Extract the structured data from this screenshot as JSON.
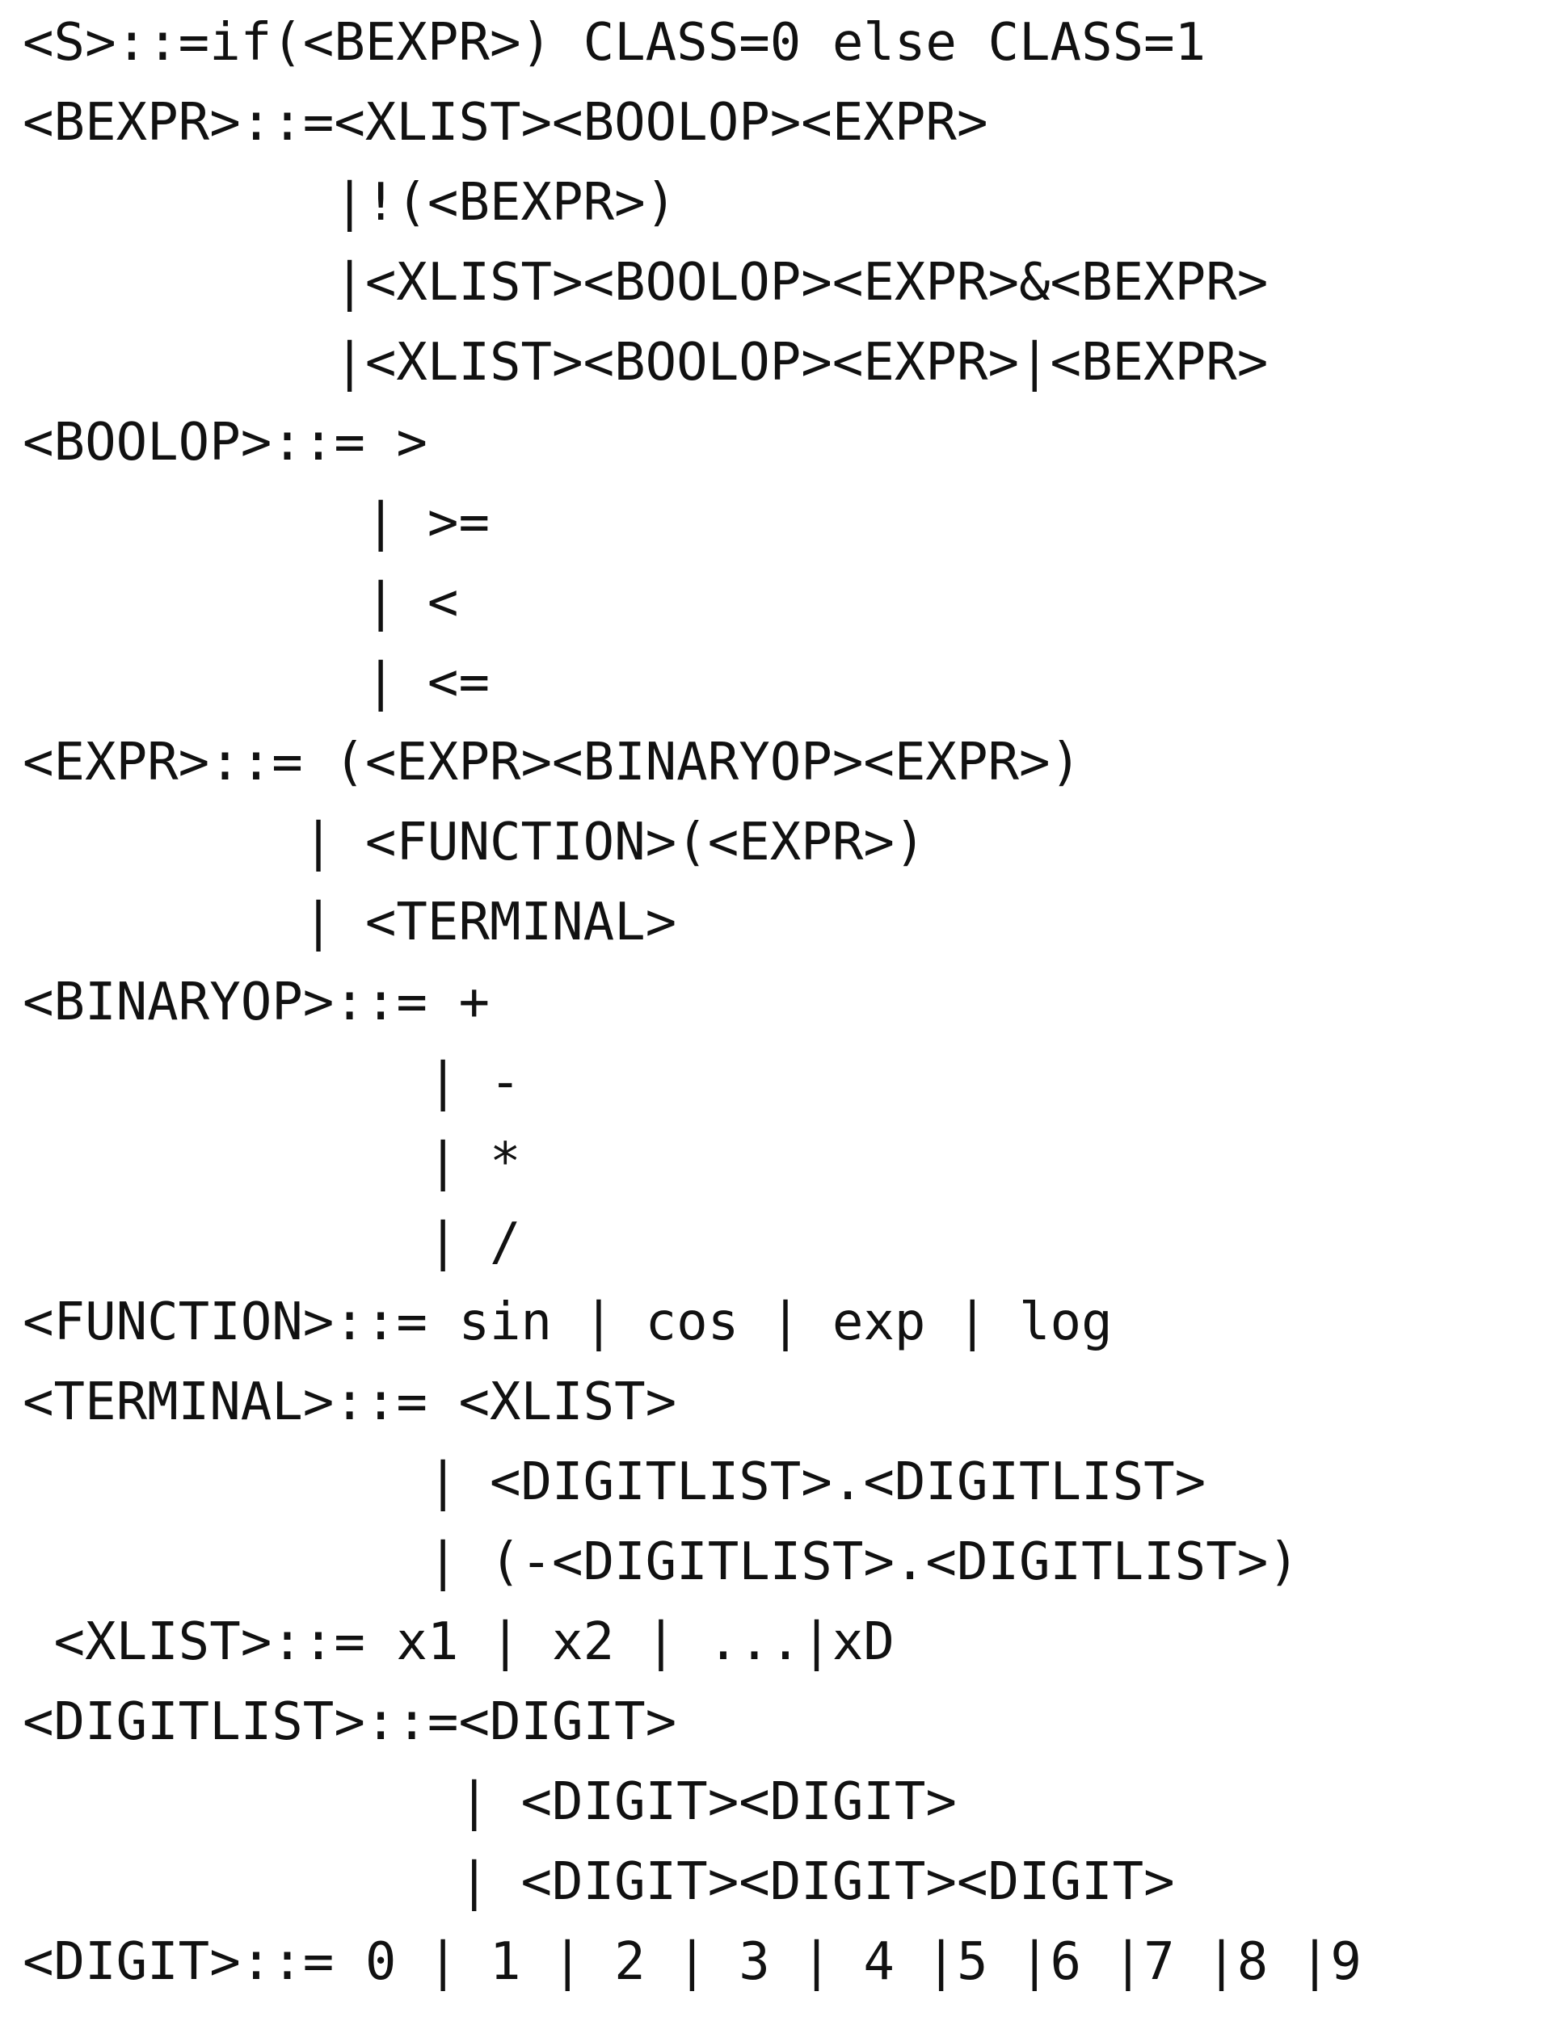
{
  "document": {
    "lines": [
      "<S>::=if(<BEXPR>) CLASS=0 else CLASS=1",
      "<BEXPR>::=<XLIST><BOOLOP><EXPR>",
      "          |!(<BEXPR>)",
      "          |<XLIST><BOOLOP><EXPR>&<BEXPR>",
      "          |<XLIST><BOOLOP><EXPR>|<BEXPR>",
      "<BOOLOP>::= >",
      "           | >=",
      "           | <",
      "           | <=",
      "<EXPR>::= (<EXPR><BINARYOP><EXPR>)",
      "         | <FUNCTION>(<EXPR>)",
      "         | <TERMINAL>",
      "<BINARYOP>::= +",
      "             | -",
      "             | *",
      "             | /",
      "<FUNCTION>::= sin | cos | exp | log",
      "<TERMINAL>::= <XLIST>",
      "             | <DIGITLIST>.<DIGITLIST>",
      "             | (-<DIGITLIST>.<DIGITLIST>)",
      " <XLIST>::= x1 | x2 | ...|xD",
      "<DIGITLIST>::=<DIGIT>",
      "              | <DIGIT><DIGIT>",
      "              | <DIGIT><DIGIT><DIGIT>",
      "<DIGIT>::= 0 | 1 | 2 | 3 | 4 |5 |6 |7 |8 |9"
    ]
  }
}
